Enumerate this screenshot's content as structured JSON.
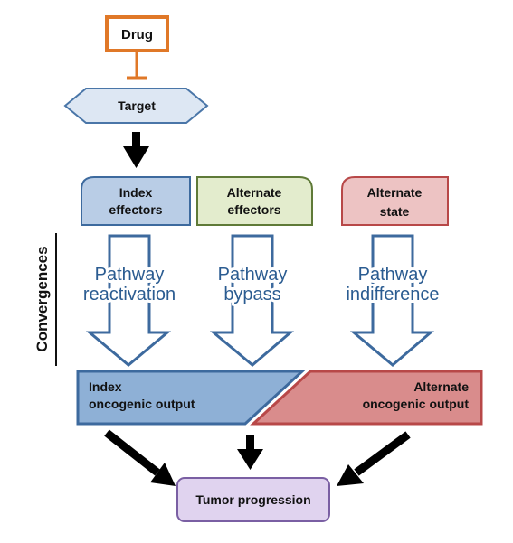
{
  "drug": "Drug",
  "target": "Target",
  "effectors": {
    "index": [
      "Index",
      "effectors"
    ],
    "alternate": [
      "Alternate",
      "effectors"
    ],
    "state": [
      "Alternate",
      "state"
    ]
  },
  "convergences_label": "Convergences",
  "pathways": {
    "reactivation": [
      "Pathway",
      "reactivation"
    ],
    "bypass": [
      "Pathway",
      "bypass"
    ],
    "indifference": [
      "Pathway",
      "indifference"
    ]
  },
  "outputs": {
    "index": [
      "Index",
      "oncogenic output"
    ],
    "alternate": [
      "Alternate",
      "oncogenic output"
    ]
  },
  "tumor": "Tumor progression",
  "colors": {
    "drug_border": "#e07828",
    "target_fill": "#dde7f3",
    "target_border": "#4a76a8",
    "index_fill": "#b9cde6",
    "index_border": "#3d6a9e",
    "alternate_fill": "#e3eccd",
    "alternate_border": "#5f7a38",
    "state_fill": "#edc3c3",
    "state_border": "#b84848",
    "pathway_text": "#2b5c91",
    "index_output_fill": "#8eb0d6",
    "alternate_output_fill": "#d98c8c",
    "tumor_fill": "#e0d3ef",
    "tumor_border": "#7a5fa3"
  }
}
